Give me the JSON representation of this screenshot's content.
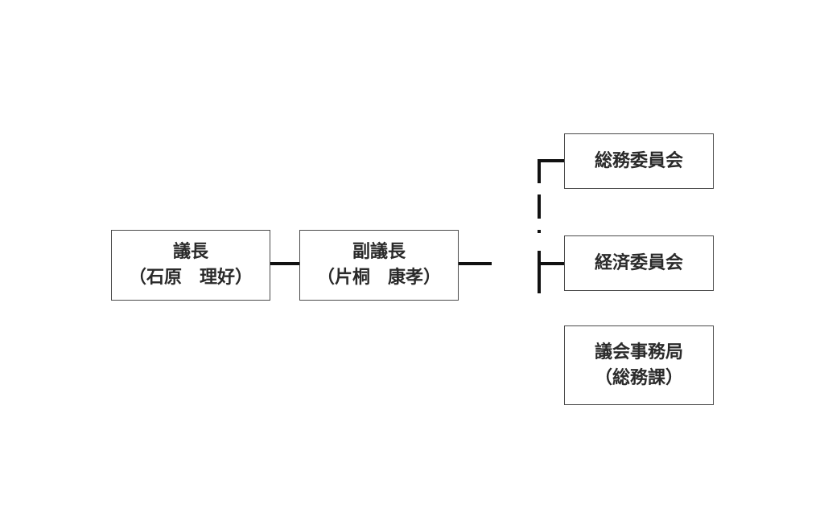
{
  "nodes": {
    "chair": {
      "title": "議長",
      "name": "（石原　理好）"
    },
    "vice": {
      "title": "副議長",
      "name": "（片桐　康孝）"
    },
    "soumu": {
      "title": "総務委員会"
    },
    "keizai": {
      "title": "経済委員会"
    },
    "jimu": {
      "title": "議会事務局",
      "sub": "（総務課）"
    }
  },
  "colors": {
    "line": "#111111",
    "border": "#4a4a4a",
    "text": "#2a2a2a"
  }
}
